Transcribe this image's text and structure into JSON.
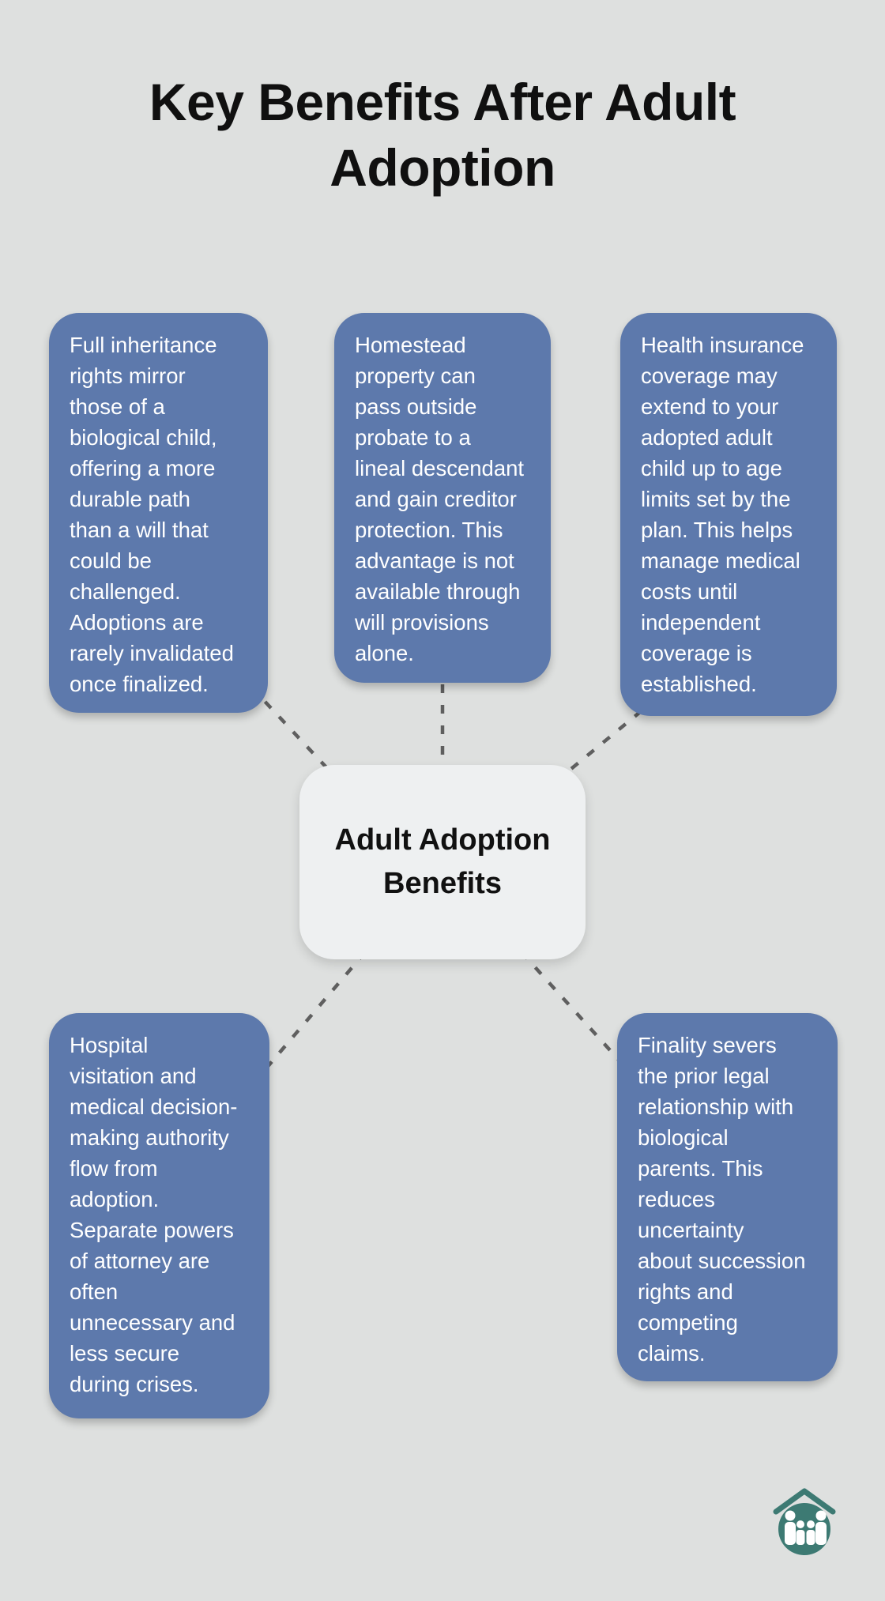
{
  "title": "Key Benefits After Adult Adoption",
  "center_node": {
    "label": "Adult Adoption Benefits"
  },
  "nodes": [
    {
      "key": "inheritance",
      "text": "Full inheritance\nrights mirror\nthose of a\nbiological child,\noffering a more\ndurable path\nthan a will that\ncould be\nchallenged.\nAdoptions are\nrarely invalidated\nonce finalized."
    },
    {
      "key": "homestead",
      "text": "Homestead\nproperty can\npass outside\nprobate to a\nlineal descendant\nand gain creditor\nprotection. This\nadvantage is not\navailable through\nwill provisions\nalone."
    },
    {
      "key": "health_insurance",
      "text": "Health insurance\ncoverage may\nextend to your\nadopted adult\nchild up to age\nlimits set by the\nplan. This helps\nmanage medical\ncosts until\nindependent\ncoverage is\nestablished."
    },
    {
      "key": "hospital_visitation",
      "text": "Hospital\nvisitation and\nmedical decision-\nmaking authority\nflow from\nadoption.\nSeparate powers\nof attorney are\noften\nunnecessary and\nless secure\nduring crises."
    },
    {
      "key": "finality",
      "text": "Finality severs\nthe prior legal\nrelationship with\nbiological\nparents. This\nreduces\nuncertainty\nabout succession\nrights and\ncompeting\nclaims."
    }
  ],
  "colors": {
    "background": "#dee0df",
    "node_fill": "#5d79ac",
    "node_text": "#ffffff",
    "center_fill": "#eef0f1",
    "center_text": "#111111",
    "connector": "#5f5f5f",
    "logo_teal": "#3d7a73"
  },
  "logo": {
    "name": "family-home-logo"
  }
}
